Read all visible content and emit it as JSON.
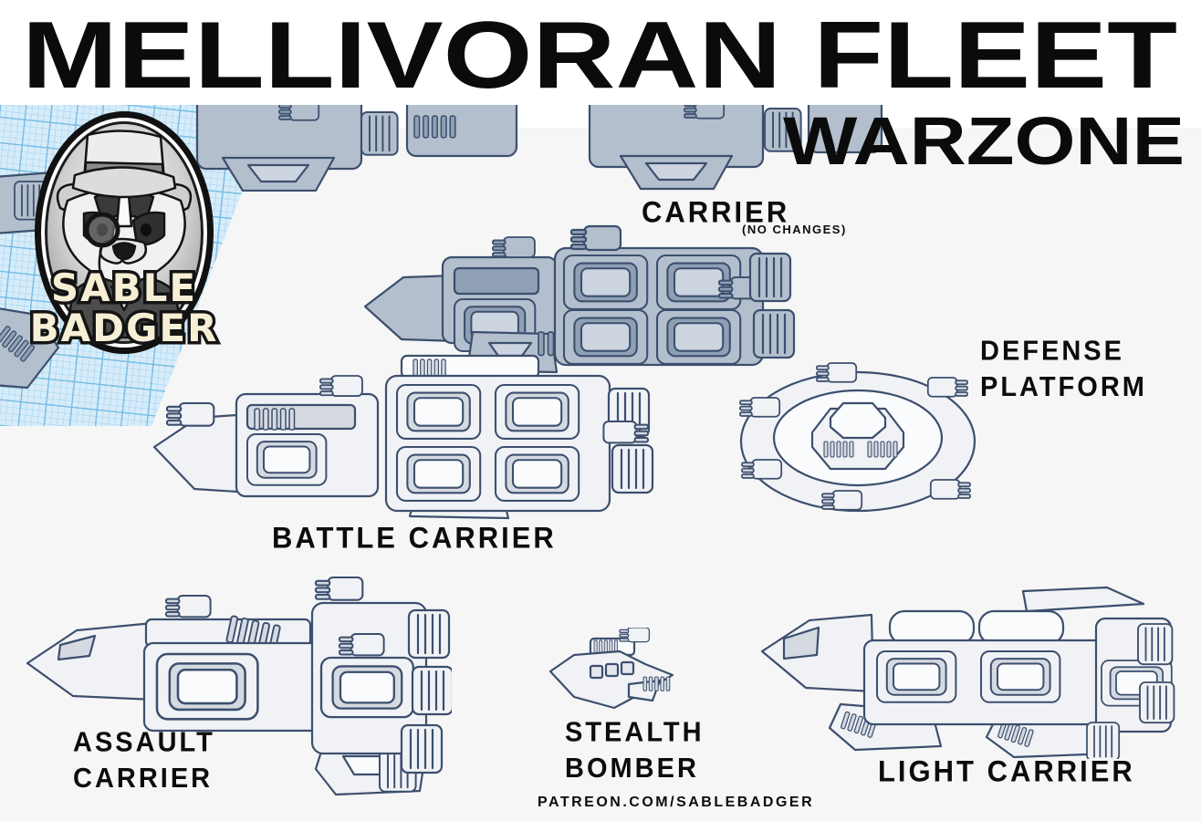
{
  "page": {
    "title": "MELLIVORAN FLEET",
    "subtitle": "WARZONE",
    "footer": "PATREON.COM/SABLEBADGER"
  },
  "logo": {
    "line1": "SABLE",
    "line2": "BADGER",
    "description": "badger mascot with top hat and monocle in oval frame"
  },
  "ships": [
    {
      "id": "carrier",
      "label": "CARRIER",
      "note": "(NO CHANGES)",
      "style": "gray"
    },
    {
      "id": "battle-carrier",
      "label": "BATTLE CARRIER",
      "style": "white"
    },
    {
      "id": "defense-platform",
      "label_line1": "DEFENSE",
      "label_line2": "PLATFORM",
      "style": "white"
    },
    {
      "id": "assault-carrier",
      "label_line1": "ASSAULT",
      "label_line2": "CARRIER",
      "style": "white"
    },
    {
      "id": "stealth-bomber",
      "label_line1": "STEALTH",
      "label_line2": "BOMBER",
      "style": "white"
    },
    {
      "id": "light-carrier",
      "label": "LIGHT CARRIER",
      "style": "white"
    }
  ],
  "colors": {
    "outline": "#3c4f6e",
    "ship_gray": "#b4bfcd",
    "ship_white": "#f1f2f5",
    "grid_bg": "#d7ecf9",
    "grid_line": "#6eb9e4",
    "text": "#0c0c0c",
    "logo_text": "#f6efd6",
    "background": "#f6f6f6"
  }
}
